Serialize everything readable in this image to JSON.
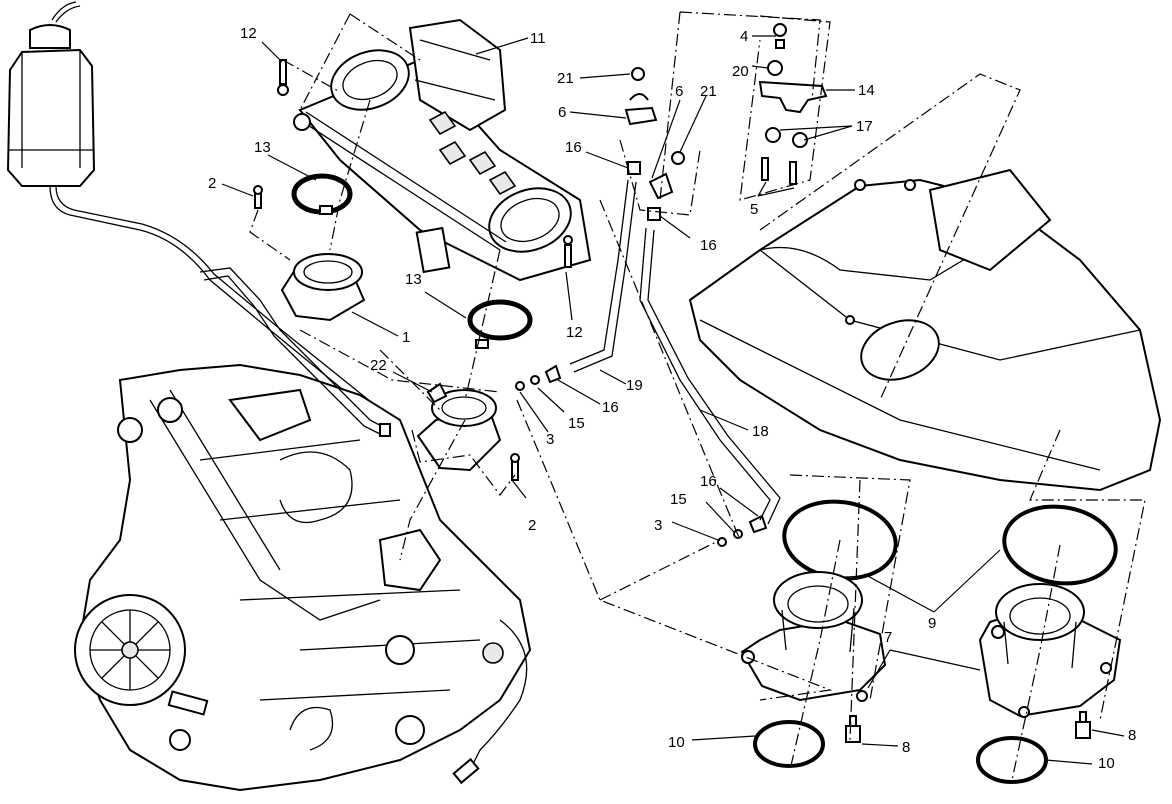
{
  "diagram": {
    "title": "Throttle body / airbox exploded parts diagram",
    "callouts": [
      {
        "id": "c12a",
        "label": "12"
      },
      {
        "id": "c11",
        "label": "11"
      },
      {
        "id": "c13a",
        "label": "13"
      },
      {
        "id": "c2a",
        "label": "2"
      },
      {
        "id": "c1",
        "label": "1"
      },
      {
        "id": "c13b",
        "label": "13"
      },
      {
        "id": "c12b",
        "label": "12"
      },
      {
        "id": "c22",
        "label": "22"
      },
      {
        "id": "c3a",
        "label": "3"
      },
      {
        "id": "c15a",
        "label": "15"
      },
      {
        "id": "c16a",
        "label": "16"
      },
      {
        "id": "c19",
        "label": "19"
      },
      {
        "id": "c2b",
        "label": "2"
      },
      {
        "id": "c21a",
        "label": "21"
      },
      {
        "id": "c6a",
        "label": "6"
      },
      {
        "id": "c16b",
        "label": "16"
      },
      {
        "id": "c6b",
        "label": "6"
      },
      {
        "id": "c21b",
        "label": "21"
      },
      {
        "id": "c16c",
        "label": "16"
      },
      {
        "id": "c4",
        "label": "4"
      },
      {
        "id": "c20",
        "label": "20"
      },
      {
        "id": "c14",
        "label": "14"
      },
      {
        "id": "c17",
        "label": "17"
      },
      {
        "id": "c5",
        "label": "5"
      },
      {
        "id": "c18",
        "label": "18"
      },
      {
        "id": "c16d",
        "label": "16"
      },
      {
        "id": "c15b",
        "label": "15"
      },
      {
        "id": "c3b",
        "label": "3"
      },
      {
        "id": "c9",
        "label": "9"
      },
      {
        "id": "c7",
        "label": "7"
      },
      {
        "id": "c10a",
        "label": "10"
      },
      {
        "id": "c8a",
        "label": "8"
      },
      {
        "id": "c8b",
        "label": "8"
      },
      {
        "id": "c10b",
        "label": "10"
      }
    ],
    "components": [
      "engine",
      "coolant-reservoir",
      "throttle-body",
      "intake-manifold",
      "hose-clamp",
      "airbox",
      "air-funnel",
      "o-ring",
      "sensor",
      "hose",
      "bracket",
      "screw",
      "nut",
      "grommet"
    ]
  }
}
